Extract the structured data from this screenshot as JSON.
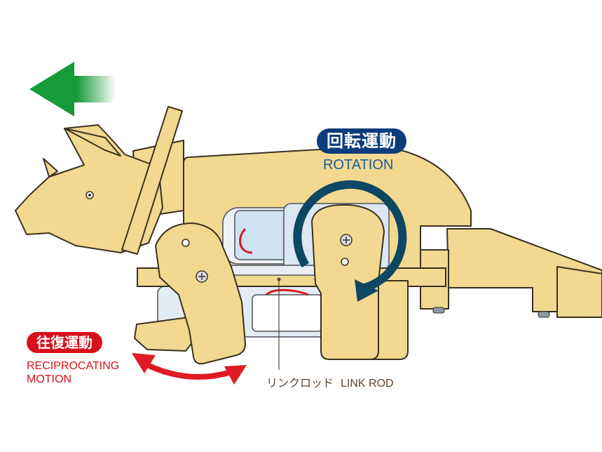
{
  "rotation": {
    "jp": "回転運動",
    "en": "ROTATION"
  },
  "reciprocating": {
    "jp": "往復運動",
    "en_line1": "RECIPROCATING",
    "en_line2": "MOTION"
  },
  "link_rod": {
    "jp": "リンクロッド",
    "en": "LINK ROD"
  },
  "colors": {
    "body": "#f2d890",
    "outline": "#3a3020",
    "rotation_arrow": "#0c4763",
    "motion_arrow": "#e01a22",
    "direction_arrow": "#169a3a",
    "rotation_badge": "#0a3d7a",
    "reciprocating_badge": "#d7111c"
  }
}
